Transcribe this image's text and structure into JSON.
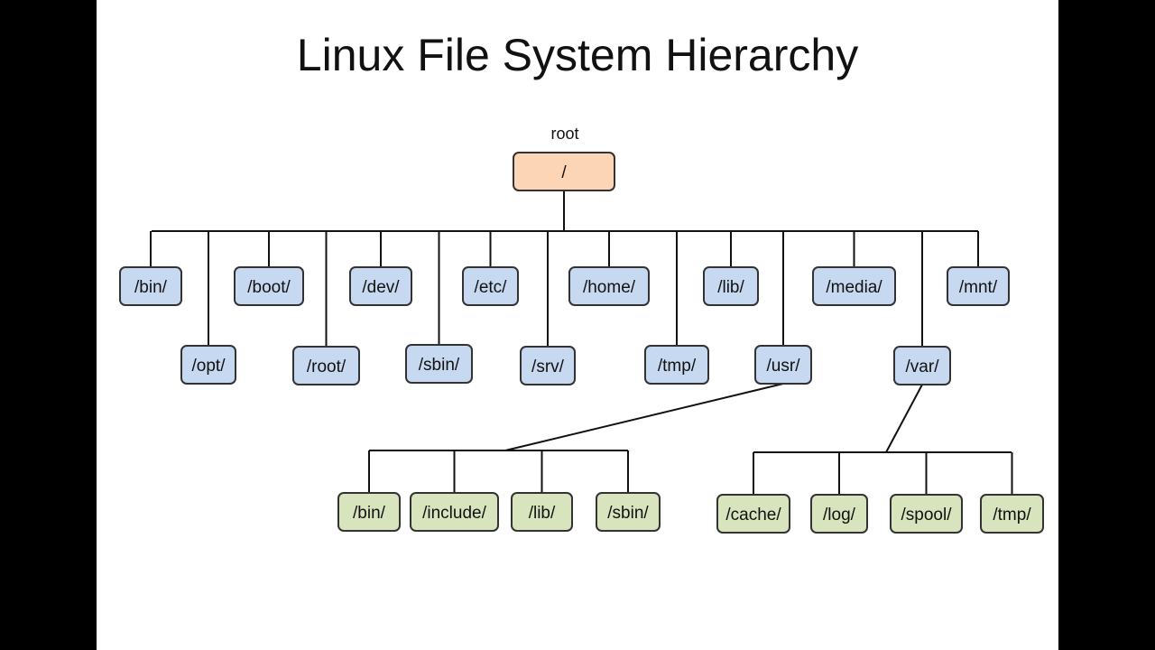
{
  "slide": {
    "title": "Linux File System Hierarchy"
  },
  "colors": {
    "root_fill": "#fbd5b5",
    "level1_fill": "#c6d9f1",
    "level2_fill": "#d7e4bd",
    "stroke": "#333333",
    "line": "#111111"
  },
  "tree": {
    "caption": "root",
    "root": {
      "id": "root",
      "label": "/"
    },
    "nodes": [
      {
        "id": "bin",
        "label": "/bin/",
        "parent": "root"
      },
      {
        "id": "opt",
        "label": "/opt/",
        "parent": "root"
      },
      {
        "id": "boot",
        "label": "/boot/",
        "parent": "root"
      },
      {
        "id": "rootdir",
        "label": "/root/",
        "parent": "root"
      },
      {
        "id": "dev",
        "label": "/dev/",
        "parent": "root"
      },
      {
        "id": "sbin",
        "label": "/sbin/",
        "parent": "root"
      },
      {
        "id": "etc",
        "label": "/etc/",
        "parent": "root"
      },
      {
        "id": "srv",
        "label": "/srv/",
        "parent": "root"
      },
      {
        "id": "home",
        "label": "/home/",
        "parent": "root"
      },
      {
        "id": "tmp",
        "label": "/tmp/",
        "parent": "root"
      },
      {
        "id": "lib",
        "label": "/lib/",
        "parent": "root"
      },
      {
        "id": "usr",
        "label": "/usr/",
        "parent": "root"
      },
      {
        "id": "media",
        "label": "/media/",
        "parent": "root"
      },
      {
        "id": "var",
        "label": "/var/",
        "parent": "root"
      },
      {
        "id": "mnt",
        "label": "/mnt/",
        "parent": "root"
      },
      {
        "id": "usr-bin",
        "label": "/bin/",
        "parent": "usr"
      },
      {
        "id": "usr-include",
        "label": "/include/",
        "parent": "usr"
      },
      {
        "id": "usr-lib",
        "label": "/lib/",
        "parent": "usr"
      },
      {
        "id": "usr-sbin",
        "label": "/sbin/",
        "parent": "usr"
      },
      {
        "id": "var-cache",
        "label": "/cache/",
        "parent": "var"
      },
      {
        "id": "var-log",
        "label": "/log/",
        "parent": "var"
      },
      {
        "id": "var-spool",
        "label": "/spool/",
        "parent": "var"
      },
      {
        "id": "var-tmp",
        "label": "/tmp/",
        "parent": "var"
      }
    ]
  }
}
